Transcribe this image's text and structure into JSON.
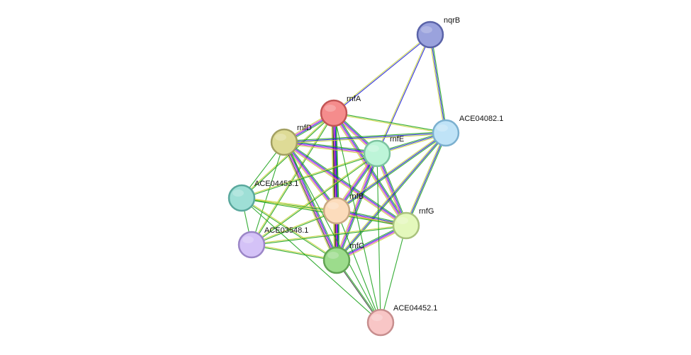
{
  "network": {
    "nodes": [
      {
        "id": "nqrB",
        "label": "nqrB",
        "color": "#9aa2dd",
        "stroke": "#5a63a8"
      },
      {
        "id": "rnfA",
        "label": "rnfA",
        "color": "#f58c8c",
        "stroke": "#c25555"
      },
      {
        "id": "ACE04082.1",
        "label": "ACE04082.1",
        "color": "#bfe3f7",
        "stroke": "#7bb0cf"
      },
      {
        "id": "rnfD",
        "label": "rnfD",
        "color": "#dedb96",
        "stroke": "#a3a062"
      },
      {
        "id": "rnfE",
        "label": "rnfE",
        "color": "#bdf5d8",
        "stroke": "#7cc4a0"
      },
      {
        "id": "ACE04453.1",
        "label": "ACE04453.1",
        "color": "#9edfd6",
        "stroke": "#5aa89d"
      },
      {
        "id": "rnfB",
        "label": "rnfB",
        "color": "#fcdcbc",
        "stroke": "#c9a882"
      },
      {
        "id": "rnfG",
        "label": "rnfG",
        "color": "#e4f8bc",
        "stroke": "#a9c27d"
      },
      {
        "id": "ACE03548.1",
        "label": "ACE03548.1",
        "color": "#d4c2f7",
        "stroke": "#9b86c7"
      },
      {
        "id": "rnfC",
        "label": "rnfC",
        "color": "#9cdc8c",
        "stroke": "#62a453"
      },
      {
        "id": "ACE04452.1",
        "label": "ACE04452.1",
        "color": "#f8c6c6",
        "stroke": "#c78e8e"
      }
    ],
    "edges": [
      {
        "source": "nqrB",
        "target": "rnfA",
        "evidence": [
          "#1a1ad8",
          "#c8d43a"
        ]
      },
      {
        "source": "nqrB",
        "target": "rnfE",
        "evidence": [
          "#1a1ad8",
          "#c8d43a"
        ]
      },
      {
        "source": "nqrB",
        "target": "ACE04082.1",
        "evidence": [
          "#1ea31e",
          "#1a1ad8",
          "#c8d43a"
        ]
      },
      {
        "source": "rnfA",
        "target": "rnfD",
        "evidence": [
          "#1ea31e",
          "#1a1ad8",
          "#d21ad2",
          "#c8d43a"
        ]
      },
      {
        "source": "rnfA",
        "target": "rnfE",
        "evidence": [
          "#1ea31e",
          "#1a1ad8",
          "#d21ad2",
          "#c8d43a"
        ]
      },
      {
        "source": "rnfA",
        "target": "rnfB",
        "evidence": [
          "#1ea31e",
          "#1a1ad8",
          "#d21ad2",
          "#333333",
          "#c8d43a"
        ]
      },
      {
        "source": "rnfA",
        "target": "rnfC",
        "evidence": [
          "#1ea31e",
          "#1a1ad8",
          "#d21ad2",
          "#333333",
          "#c8d43a"
        ]
      },
      {
        "source": "rnfA",
        "target": "rnfG",
        "evidence": [
          "#1ea31e",
          "#1a1ad8",
          "#d21ad2",
          "#c8d43a"
        ]
      },
      {
        "source": "rnfA",
        "target": "ACE04082.1",
        "evidence": [
          "#1ea31e",
          "#c8d43a"
        ]
      },
      {
        "source": "rnfA",
        "target": "ACE04453.1",
        "evidence": [
          "#1ea31e",
          "#c8d43a"
        ]
      },
      {
        "source": "rnfA",
        "target": "ACE03548.1",
        "evidence": [
          "#1ea31e",
          "#c8d43a"
        ]
      },
      {
        "source": "rnfD",
        "target": "rnfE",
        "evidence": [
          "#1ea31e",
          "#1a1ad8",
          "#d21ad2",
          "#c8d43a"
        ]
      },
      {
        "source": "rnfD",
        "target": "rnfB",
        "evidence": [
          "#1ea31e",
          "#1a1ad8",
          "#d21ad2",
          "#c8d43a"
        ]
      },
      {
        "source": "rnfD",
        "target": "rnfC",
        "evidence": [
          "#1ea31e",
          "#1a1ad8",
          "#d21ad2",
          "#333333",
          "#c8d43a"
        ]
      },
      {
        "source": "rnfD",
        "target": "rnfG",
        "evidence": [
          "#1ea31e",
          "#1a1ad8",
          "#d21ad2",
          "#c8d43a"
        ]
      },
      {
        "source": "rnfD",
        "target": "ACE04082.1",
        "evidence": [
          "#1ea31e",
          "#1a1ad8",
          "#c8d43a"
        ]
      },
      {
        "source": "rnfD",
        "target": "ACE04453.1",
        "evidence": [
          "#1ea31e"
        ]
      },
      {
        "source": "rnfD",
        "target": "ACE03548.1",
        "evidence": [
          "#1ea31e"
        ]
      },
      {
        "source": "rnfE",
        "target": "rnfB",
        "evidence": [
          "#1ea31e",
          "#1a1ad8",
          "#d21ad2",
          "#c8d43a"
        ]
      },
      {
        "source": "rnfE",
        "target": "rnfC",
        "evidence": [
          "#1ea31e",
          "#1a1ad8",
          "#d21ad2",
          "#c8d43a"
        ]
      },
      {
        "source": "rnfE",
        "target": "rnfG",
        "evidence": [
          "#1ea31e",
          "#1a1ad8",
          "#d21ad2",
          "#c8d43a"
        ]
      },
      {
        "source": "rnfE",
        "target": "ACE04082.1",
        "evidence": [
          "#1ea31e",
          "#1a1ad8",
          "#c8d43a"
        ]
      },
      {
        "source": "rnfE",
        "target": "ACE04453.1",
        "evidence": [
          "#1ea31e",
          "#c8d43a"
        ]
      },
      {
        "source": "rnfE",
        "target": "ACE03548.1",
        "evidence": [
          "#1ea31e",
          "#c8d43a"
        ]
      },
      {
        "source": "ACE04082.1",
        "target": "rnfB",
        "evidence": [
          "#1ea31e",
          "#1a1ad8",
          "#c8d43a"
        ]
      },
      {
        "source": "ACE04082.1",
        "target": "rnfG",
        "evidence": [
          "#1ea31e",
          "#1a1ad8",
          "#c8d43a"
        ]
      },
      {
        "source": "ACE04082.1",
        "target": "rnfC",
        "evidence": [
          "#1ea31e",
          "#1a1ad8",
          "#c8d43a"
        ]
      },
      {
        "source": "rnfB",
        "target": "rnfC",
        "evidence": [
          "#1ea31e",
          "#1a1ad8",
          "#d21ad2",
          "#333333",
          "#c8d43a"
        ]
      },
      {
        "source": "rnfB",
        "target": "rnfG",
        "evidence": [
          "#1ea31e",
          "#1a1ad8",
          "#d21ad2",
          "#c8d43a"
        ]
      },
      {
        "source": "rnfB",
        "target": "ACE04453.1",
        "evidence": [
          "#1ea31e",
          "#c8d43a"
        ]
      },
      {
        "source": "rnfB",
        "target": "ACE03548.1",
        "evidence": [
          "#1ea31e",
          "#c8d43a"
        ]
      },
      {
        "source": "rnfB",
        "target": "ACE04452.1",
        "evidence": [
          "#1ea31e"
        ]
      },
      {
        "source": "rnfC",
        "target": "rnfG",
        "evidence": [
          "#1ea31e",
          "#1a1ad8",
          "#d21ad2",
          "#c8d43a"
        ]
      },
      {
        "source": "rnfC",
        "target": "ACE04453.1",
        "evidence": [
          "#1ea31e",
          "#c8d43a"
        ]
      },
      {
        "source": "rnfC",
        "target": "ACE03548.1",
        "evidence": [
          "#1ea31e",
          "#c8d43a"
        ]
      },
      {
        "source": "rnfC",
        "target": "ACE04452.1",
        "evidence": [
          "#1ea31e",
          "#333333"
        ]
      },
      {
        "source": "rnfG",
        "target": "ACE04453.1",
        "evidence": [
          "#1ea31e",
          "#c8d43a"
        ]
      },
      {
        "source": "rnfG",
        "target": "ACE03548.1",
        "evidence": [
          "#1ea31e",
          "#c8d43a"
        ]
      },
      {
        "source": "rnfG",
        "target": "ACE04452.1",
        "evidence": [
          "#1ea31e"
        ]
      },
      {
        "source": "ACE04453.1",
        "target": "ACE03548.1",
        "evidence": [
          "#1ea31e"
        ]
      },
      {
        "source": "ACE04453.1",
        "target": "ACE04452.1",
        "evidence": [
          "#1ea31e"
        ]
      },
      {
        "source": "rnfD",
        "target": "ACE04452.1",
        "evidence": [
          "#1ea31e"
        ]
      },
      {
        "source": "rnfE",
        "target": "ACE04452.1",
        "evidence": [
          "#1ea31e"
        ]
      },
      {
        "source": "rnfA",
        "target": "ACE04452.1",
        "evidence": [
          "#1ea31e"
        ]
      }
    ]
  }
}
